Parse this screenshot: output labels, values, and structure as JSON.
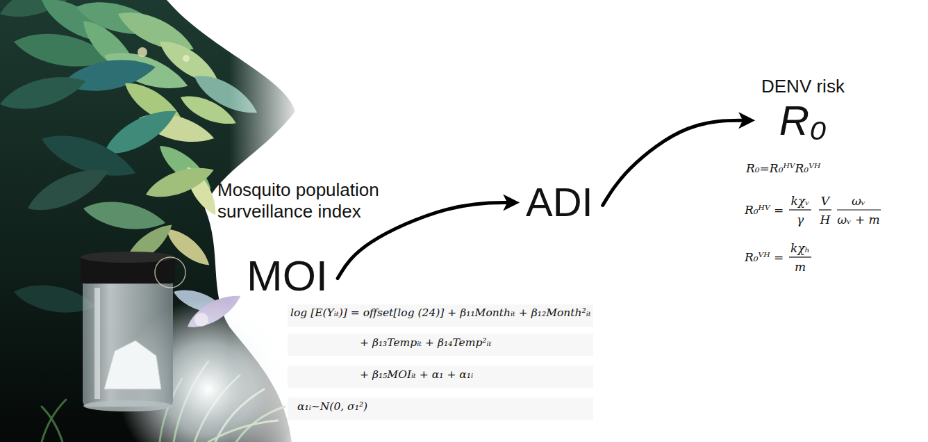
{
  "diagram": {
    "nodes": [
      {
        "text": [
          "MOI"
        ]
      },
      {
        "text": [
          "ADI"
        ]
      },
      {
        "text": [
          "DENV risk",
          "R₀"
        ]
      }
    ],
    "edges": [
      {
        "from": 0,
        "to": 1,
        "arrow": "to"
      },
      {
        "from": 1,
        "to": 2,
        "arrow": "to"
      }
    ],
    "labels": [
      "Mosquito population surveillance index",
      "log [E(Yᵢₜ)] = offset[log (24)] + β₁₁Monthᵢₜ + β₁₂Month²ᵢₜ",
      "+ β₁₃Tempᵢₜ + β₁₄Temp²ᵢₜ",
      "+ β₁₅MOIᵢₜ + α₁ + α₁ᵢ",
      "α₁ᵢ~N(0, σ₁²)",
      "R₀=R₀ᴴⱽR₀ⱽᴴ",
      "R₀ᴴⱽ =",
      "kχᵥ",
      "γ",
      "V",
      "H",
      "ωᵥ",
      "ωᵥ + m",
      "R₀ⱽᴴ =",
      "kχₕ",
      "m"
    ]
  }
}
